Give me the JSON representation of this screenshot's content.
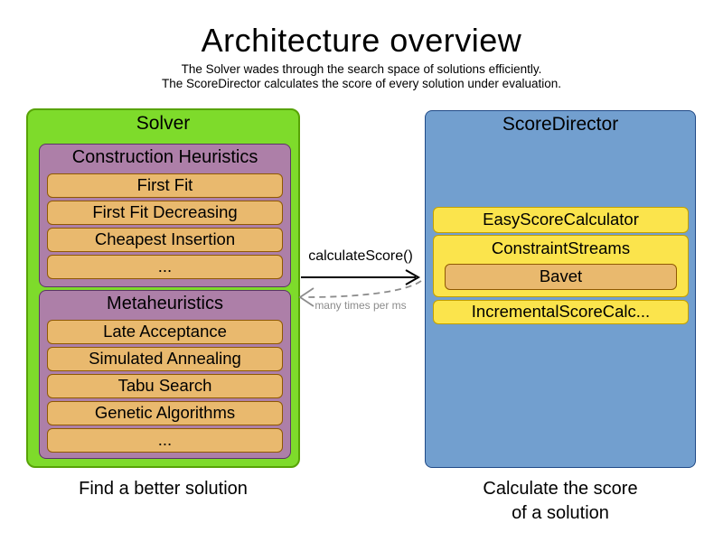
{
  "title": "Architecture overview",
  "subtitle": {
    "line1": "The Solver wades through the search space of solutions efficiently.",
    "line2": "The ScoreDirector calculates the score of every solution under evaluation."
  },
  "solver": {
    "label": "Solver",
    "caption": "Find a better solution",
    "construction_heuristics": {
      "label": "Construction Heuristics",
      "items": [
        "First Fit",
        "First Fit Decreasing",
        "Cheapest Insertion",
        "..."
      ]
    },
    "metaheuristics": {
      "label": "Metaheuristics",
      "items": [
        "Late Acceptance",
        "Simulated Annealing",
        "Tabu Search",
        "Genetic Algorithms",
        "..."
      ]
    }
  },
  "score_director": {
    "label": "ScoreDirector",
    "caption": {
      "line1": "Calculate the score",
      "line2": "of a solution"
    },
    "calculators": [
      "EasyScoreCalculator",
      "ConstraintStreams",
      "IncrementalScoreCalc..."
    ],
    "constraint_streams_impl": "Bavet"
  },
  "interaction": {
    "call_label": "calculateScore()",
    "return_label": "many times per ms"
  },
  "colors": {
    "solver_fill": "#7edb2b",
    "solver_border": "#57a306",
    "group_fill": "#ad7fa8",
    "group_border": "#5c3566",
    "item_fill": "#e9b96e",
    "item_border": "#8f5902",
    "director_fill": "#729fcf",
    "director_border": "#204a87",
    "calc_fill": "#fbe44c",
    "calc_border": "#c4a000",
    "arrow_black": "#000000",
    "return_gray": "#8c8c8c"
  }
}
